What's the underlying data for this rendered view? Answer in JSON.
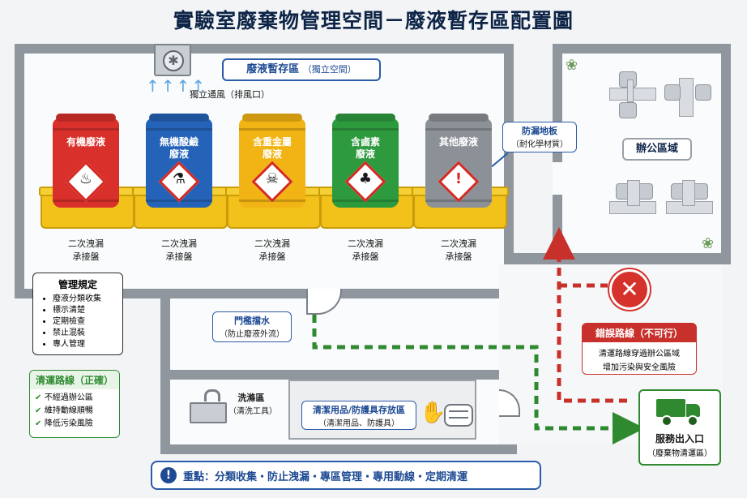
{
  "title": "實驗室廢棄物管理空間－廢液暫存區配置圖",
  "storage_area": {
    "label": "廢液暫存區",
    "note": "（獨立空間）"
  },
  "ventilation": {
    "label": "獨立通風（排風口）"
  },
  "floor": {
    "label": "防漏地板",
    "note": "（耐化學材質）"
  },
  "tray_label_1": "二次洩漏",
  "tray_label_2": "承接盤",
  "drums": [
    {
      "label_1": "有機廢液",
      "label_2": "",
      "color": "#d9302b",
      "icon": "flammable-icon"
    },
    {
      "label_1": "無機酸鹼",
      "label_2": "廢液",
      "color": "#2563b8",
      "icon": "corrosive-icon"
    },
    {
      "label_1": "含重金屬",
      "label_2": "廢液",
      "color": "#f2b414",
      "icon": "toxic-icon"
    },
    {
      "label_1": "含鹵素",
      "label_2": "廢液",
      "color": "#2e9a3e",
      "icon": "environment-icon"
    },
    {
      "label_1": "其他廢液",
      "label_2": "",
      "color": "#8c9197",
      "icon": "exclamation-icon"
    }
  ],
  "rules": {
    "title": "管理規定",
    "items": [
      "廢液分類收集",
      "標示清楚",
      "定期檢查",
      "禁止混裝",
      "專人管理"
    ]
  },
  "threshold": {
    "label": "門檻擋水",
    "note": "（防止廢液外流）"
  },
  "clean_route": {
    "title": "清運路線（正確）",
    "items": [
      "不經過辦公區",
      "維持動線順暢",
      "降低污染風險"
    ]
  },
  "office": {
    "label": "辦公區域"
  },
  "wrong_route": {
    "title": "錯誤路線（不可行）",
    "line_1": "清運路線穿過辦公區域",
    "line_2": "增加污染與安全風險"
  },
  "exit": {
    "label": "服務出入口",
    "note": "（廢棄物清運區）"
  },
  "sink": {
    "label": "洗滌區",
    "note": "（清洗工具）"
  },
  "supplies": {
    "label": "清潔用品/防護具存放區",
    "note": "（清潔用品、防護具）"
  },
  "key_points": "重點：分類收集・防止洩漏・專區管理・專用動線・定期清運",
  "colors": {
    "navy": "#0d2447",
    "green": "#2f8a2f",
    "red": "#c8312b",
    "blue": "#2b5ba8"
  }
}
